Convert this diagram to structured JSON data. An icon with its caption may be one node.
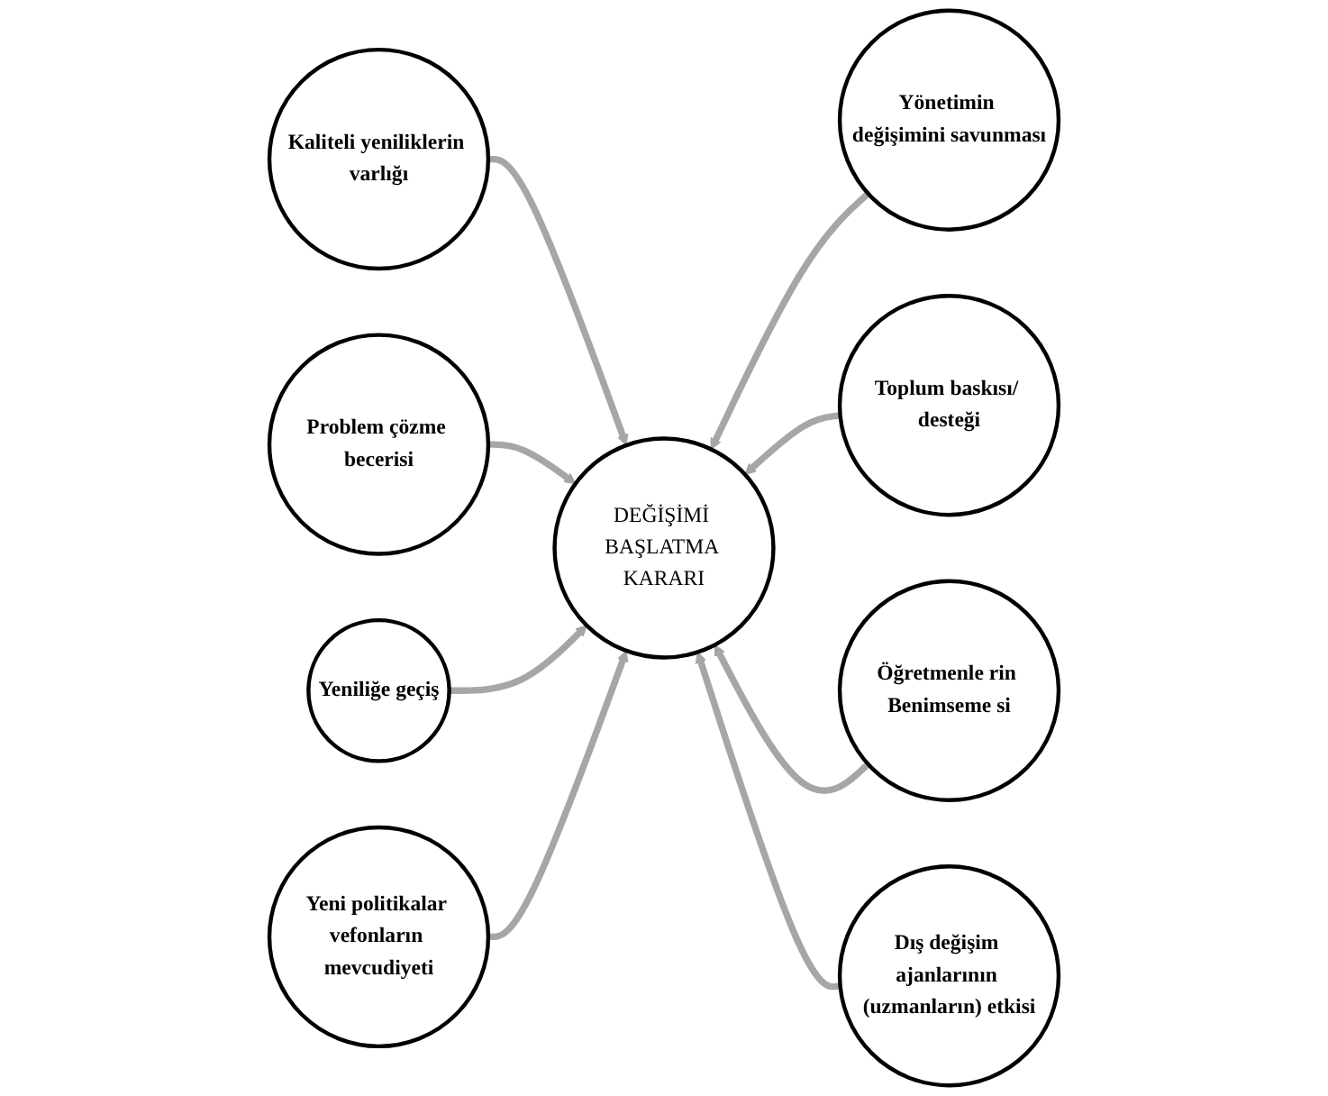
{
  "diagram": {
    "nodes": [
      {
        "text": [
          "Kaliteli yeniliklerin varlığı"
        ]
      },
      {
        "text": [
          "Problem çözme becerisi"
        ]
      },
      {
        "text": [
          "Yeniliğe geçiş"
        ]
      },
      {
        "text": [
          "Yeni politikalar vefonların mevcudiyeti"
        ]
      },
      {
        "text": [
          "DEĞİŞİMİ BAŞLATMA KARARI"
        ]
      },
      {
        "text": [
          "Yönetimin değişimini savunması"
        ]
      },
      {
        "text": [
          "Toplum baskısı/ desteği"
        ]
      },
      {
        "text": [
          "Öğretmenle rin Benimseme si"
        ]
      },
      {
        "text": [
          "Dış değişim ajanlarının (uzmanların) etkisi"
        ]
      }
    ],
    "edges": [
      {
        "from": 0,
        "to": 4,
        "arrow": "to"
      },
      {
        "from": 1,
        "to": 4,
        "arrow": "to"
      },
      {
        "from": 2,
        "to": 4,
        "arrow": "to"
      },
      {
        "from": 3,
        "to": 4,
        "arrow": "to"
      },
      {
        "from": 5,
        "to": 4,
        "arrow": "to"
      },
      {
        "from": 6,
        "to": 4,
        "arrow": "to"
      },
      {
        "from": 7,
        "to": 4,
        "arrow": "to"
      },
      {
        "from": 8,
        "to": 4,
        "arrow": "to"
      }
    ]
  }
}
